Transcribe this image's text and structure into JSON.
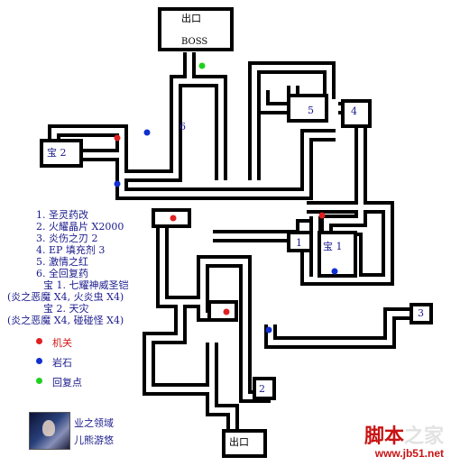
{
  "map": {
    "exit_top": "出口",
    "boss": "BOSS",
    "exit_bottom": "出口",
    "room_numbers": [
      "1",
      "2",
      "3",
      "4",
      "5",
      "6"
    ],
    "treasure_1": "宝 1",
    "treasure_2": "宝 2"
  },
  "legend": {
    "items": [
      "1. 圣灵药改",
      "2. 火耀晶片 X2000",
      "3. 炎伤之刃 2",
      "4. EP 填充剂 3",
      "5. 激情之红",
      "6. 全回复药"
    ],
    "treasure_1_title": "宝 1. 七耀神威圣铠",
    "treasure_1_detail": "(炎之恶魔 X4, 火炎虫 X4)",
    "treasure_2_title": "宝 2. 天灾",
    "treasure_2_detail": "(炎之恶魔 X4, 碰碰怪 X4)",
    "keys": [
      {
        "label": "机关",
        "color": "#e02020",
        "text_color": "#d01818"
      },
      {
        "label": "岩石",
        "color": "#1030d0",
        "text_color": "#1a1a8c"
      },
      {
        "label": "回复点",
        "color": "#20d020",
        "text_color": "#1a1a8c"
      }
    ]
  },
  "author": {
    "line1": "业之领域",
    "line2": "儿熊游悠"
  },
  "watermark": {
    "site_name_a": "脚本",
    "site_name_b": "之家",
    "url": "www.jb51.net"
  },
  "colors": {
    "wall": "#000000",
    "switch": "#e02020",
    "rock": "#1030d0",
    "recovery": "#20d020"
  }
}
